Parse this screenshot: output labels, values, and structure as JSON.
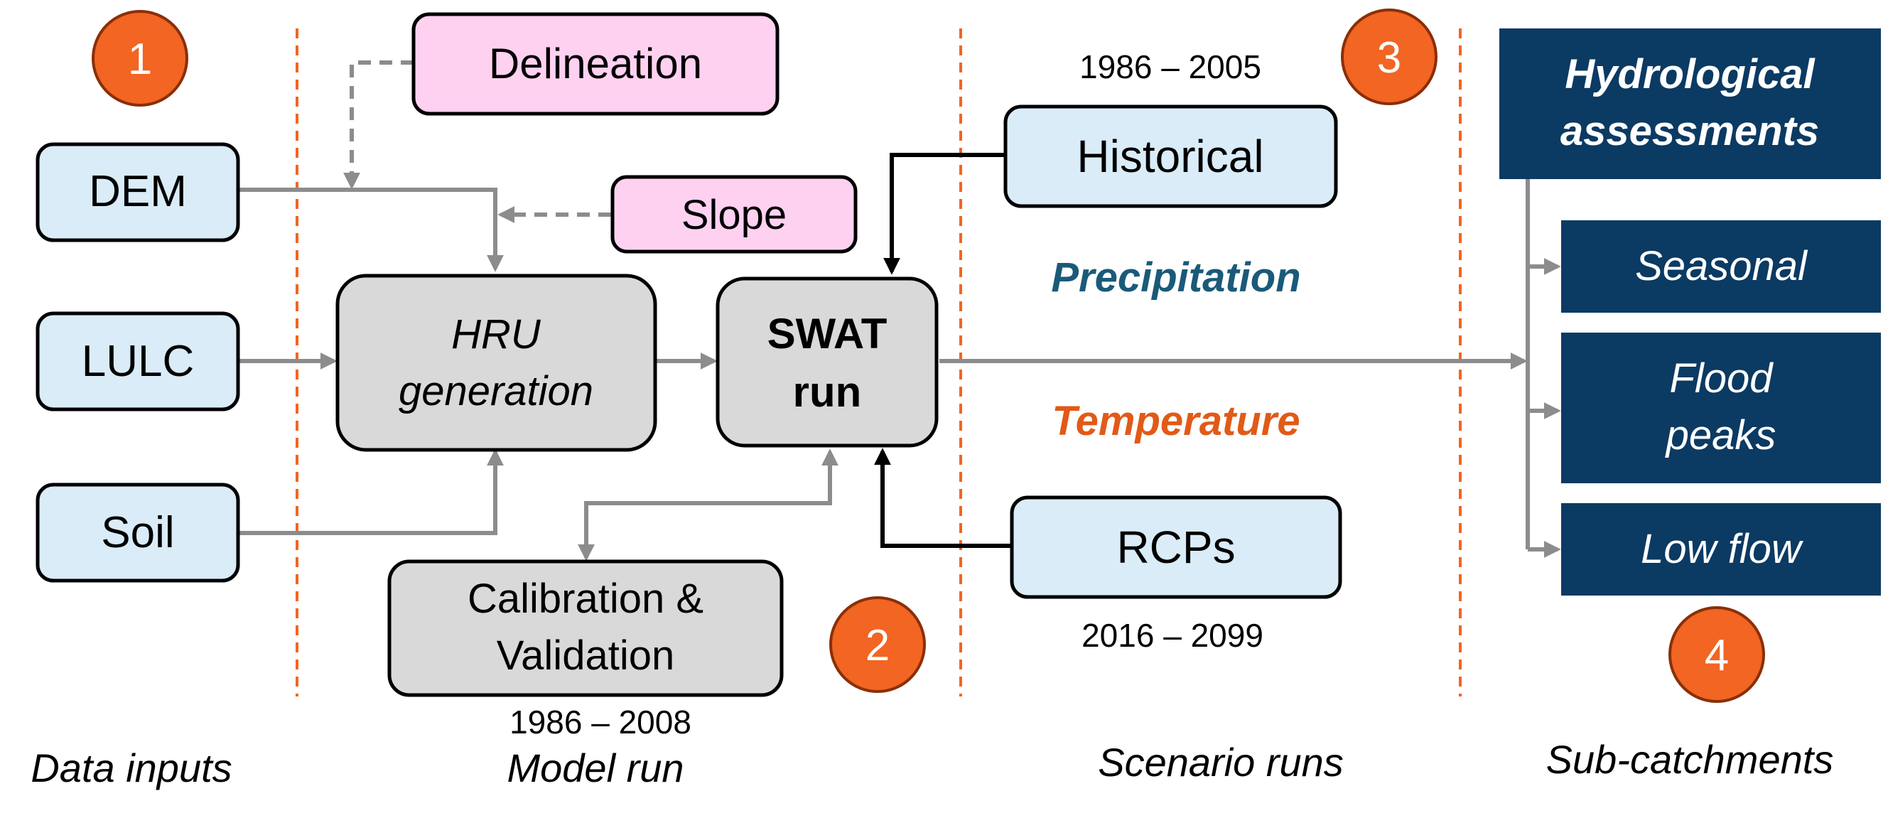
{
  "colors": {
    "input_fill": "#d9ecf8",
    "process_fill": "#d9d9d9",
    "pink_fill": "#ffd1f1",
    "dark_fill": "#0b3a63",
    "orange": "#f26522",
    "orange_text": "#e15a17",
    "teal_text": "#1a5a78",
    "gray_line": "#8c8c8c",
    "black": "#000000"
  },
  "badges": {
    "b1": "1",
    "b2": "2",
    "b3": "3",
    "b4": "4"
  },
  "inputs": {
    "dem": "DEM",
    "lulc": "LULC",
    "soil": "Soil"
  },
  "model": {
    "delineation": "Delineation",
    "slope": "Slope",
    "hru_line1": "HRU",
    "hru_line2": "generation",
    "swat_line1": "SWAT",
    "swat_line2": "run",
    "calib_line1": "Calibration &",
    "calib_line2": "Validation",
    "calib_years": "1986 – 2008"
  },
  "scenarios": {
    "historical": "Historical",
    "historical_years": "1986 – 2005",
    "rcps": "RCPs",
    "rcps_years": "2016 – 2099",
    "precipitation": "Precipitation",
    "temperature": "Temperature"
  },
  "assessments": {
    "header_line1": "Hydrological",
    "header_line2": "assessments",
    "seasonal": "Seasonal",
    "flood_line1": "Flood",
    "flood_line2": "peaks",
    "low_flow": "Low flow"
  },
  "section_labels": {
    "data_inputs": "Data inputs",
    "model_run": "Model run",
    "scenario_runs": "Scenario runs",
    "sub_catchments": "Sub-catchments"
  }
}
